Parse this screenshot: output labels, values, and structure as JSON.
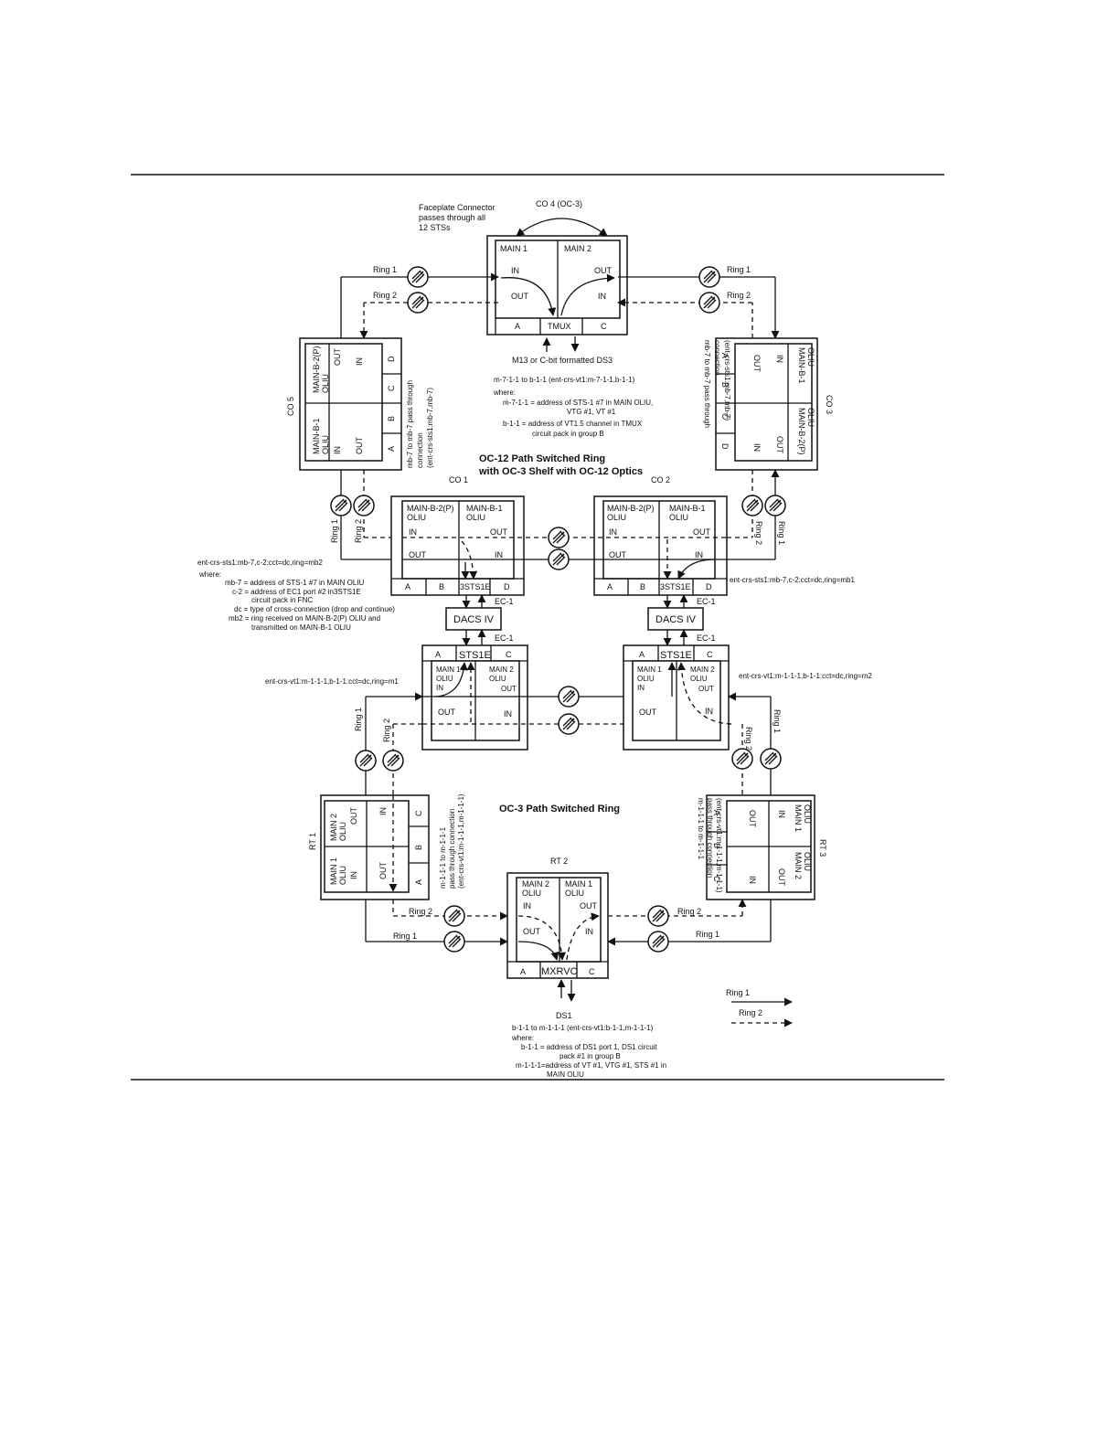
{
  "top_labels": {
    "faceplate": [
      "Faceplate Connector",
      "passes through all",
      "12 STSs"
    ],
    "co4": "CO 4 (OC-3)",
    "m13": "M13 or C-bit formatted DS3",
    "co4_xc": [
      "m-7-1-1 to b-1-1 (ent-crs-vt1:m-7-1-1,b-1-1)",
      "where:",
      "m-7-1-1 = address of STS-1 #7 in MAIN OLIU,",
      "VTG #1, VT #1",
      "b-1-1 = address of VT1.5 channel in TMUX",
      "circuit pack in group B"
    ],
    "oc12_title": [
      "OC-12 Path Switched Ring",
      "with OC-3 Shelf with OC-12 Optics"
    ],
    "co1": "CO 1",
    "co2": "CO 2",
    "co5": "CO 5",
    "co3": "CO 3",
    "co5_note": [
      "mb-7 to mb-7 pass through",
      "connection",
      "(ent-crs-sts1:mb-7,mb-7)"
    ],
    "co3_note": [
      "mb-7 to mb-7 pass through",
      "connection",
      "(ent-crs-sts1:mb-7,mb-7)"
    ],
    "co1_cmd": "ent-crs-sts1:mb-7,c-2:cct=dc,ring=mb2",
    "co1_where": [
      "where:",
      "mb-7 = address of STS-1 #7 in MAIN OLIU",
      "c-2 = address of EC1 port #2 in3STS1E",
      "circuit pack in FNC",
      "dc = type of cross-connection (drop and continue)",
      "mb2 = ring received on MAIN-B-2(P) OLIU and",
      "transmitted on MAIN-B-1 OLIU"
    ],
    "co2_cmd": "ent-crs-sts1:mb-7,c-2:cct=dc,ring=mb1",
    "left_vt_cmd": "ent-crs-vt1:m-1-1-1,b-1-1:cct=dc,ring=m1",
    "right_vt_cmd": "ent-crs-vt1:m-1-1-1,b-1-1:cct=dc,ring=m2",
    "oc3_title": "OC-3 Path Switched Ring",
    "rt1": "RT 1",
    "rt2": "RT 2",
    "rt3": "RT 3",
    "rt1_note": [
      "m-1-1-1 to m-1-1-1",
      "pass through connection",
      "(ent-crs-vt1:m-1-1-1,m-1-1-1)"
    ],
    "rt3_note": [
      "m-1-1-1 to m-1-1-1",
      "pass through connection",
      "(ent-crs-vt1:m-1-1-1,m-1-1-1)"
    ],
    "ds1": "DS1",
    "rt2_xc": [
      "b-1-1 to m-1-1-1 (ent-crs-vt1:b-1-1,m-1-1-1)",
      "where:",
      "b-1-1 = address of DS1 port 1, DS1 circuit",
      "pack #1 in group B",
      "m-1-1-1=address of VT #1, VTG #1, STS #1  in",
      "MAIN OLIU"
    ],
    "legend_ring1": "Ring 1",
    "legend_ring2": "Ring 2"
  },
  "ring_labels": {
    "ring1": "Ring 1",
    "ring2": "Ring 2"
  },
  "co4": {
    "main1": "MAIN 1",
    "main2": "MAIN 2",
    "in1": "IN",
    "out1": "OUT",
    "out2": "OUT",
    "in2": "IN",
    "slot_a": "A",
    "slot_tmux": "TMUX",
    "slot_c": "C"
  },
  "co5": {
    "p_name": [
      "MAIN-B-2(P)",
      "OLIU"
    ],
    "b1_name": [
      "MAIN-B-1",
      "OLIU"
    ],
    "out": "OUT",
    "in": "IN",
    "slots": [
      "D",
      "C",
      "B",
      "A"
    ]
  },
  "co3": {
    "b1_name": [
      "MAIN-B-1",
      "OLIU"
    ],
    "p_name": [
      "MAIN-B-2(P)",
      "OLIU"
    ],
    "out": "OUT",
    "in": "IN",
    "slots": [
      "A",
      "B",
      "C",
      "D"
    ]
  },
  "co1": {
    "left_name": [
      "MAIN-B-2(P)",
      "OLIU"
    ],
    "right_name": [
      "MAIN-B-1",
      "OLIU"
    ],
    "in": "IN",
    "out": "OUT",
    "slots": [
      "A",
      "B",
      "3STS1E",
      "D"
    ],
    "ec1": "EC-1"
  },
  "co2": {
    "left_name": [
      "MAIN-B-2(P)",
      "OLIU"
    ],
    "right_name": [
      "MAIN-B-1",
      "OLIU"
    ],
    "in": "IN",
    "out": "OUT",
    "slots": [
      "A",
      "B",
      "3STS1E",
      "D"
    ],
    "ec1": "EC-1"
  },
  "dacs": "DACS IV",
  "ec1": "EC-1",
  "oc3_left": {
    "slots": [
      "A",
      "STS1E",
      "C"
    ],
    "m1": [
      "MAIN 1",
      "OLIU",
      "IN"
    ],
    "m2": [
      "MAIN 2",
      "OLIU",
      "OUT"
    ],
    "out": "OUT",
    "in": "IN"
  },
  "oc3_right": {
    "slots": [
      "A",
      "STS1E",
      "C"
    ],
    "m1": [
      "MAIN 1",
      "OLIU",
      "IN"
    ],
    "m2": [
      "MAIN 2",
      "OLIU",
      "OUT"
    ],
    "out": "OUT",
    "in": "IN"
  },
  "rt1": {
    "m2": [
      "MAIN 2",
      "OLIU"
    ],
    "m1": [
      "MAIN 1",
      "OLIU"
    ],
    "out": "OUT",
    "in": "IN",
    "slots": [
      "C",
      "B",
      "A"
    ]
  },
  "rt3": {
    "m1": [
      "MAIN 1",
      "OLIU"
    ],
    "m2": [
      "MAIN 2",
      "OLIU"
    ],
    "out": "OUT",
    "in": "IN",
    "slots": [
      "A",
      "B",
      "C"
    ]
  },
  "rt2": {
    "m2": [
      "MAIN 2",
      "OLIU"
    ],
    "m1": [
      "MAIN 1",
      "OLIU"
    ],
    "in1": "IN",
    "out1": "OUT",
    "out2": "OUT",
    "in2": "IN",
    "slots": [
      "A",
      "MXRVO",
      "C"
    ]
  }
}
